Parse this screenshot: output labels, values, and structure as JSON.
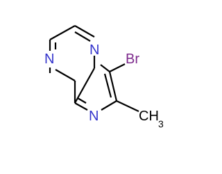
{
  "molecule": {
    "atoms": {
      "n_pyrazine": {
        "label": "N",
        "color": "#3333cc"
      },
      "n_bridgehead": {
        "label": "N",
        "color": "#3333cc"
      },
      "n_imidazole": {
        "label": "N",
        "color": "#3333cc"
      },
      "bromine": {
        "label": "Br",
        "color": "#7d2a8c"
      },
      "methyl": {
        "label": "CH",
        "subscript": "3",
        "color": "#000000"
      }
    },
    "bond_color": "#000000"
  }
}
